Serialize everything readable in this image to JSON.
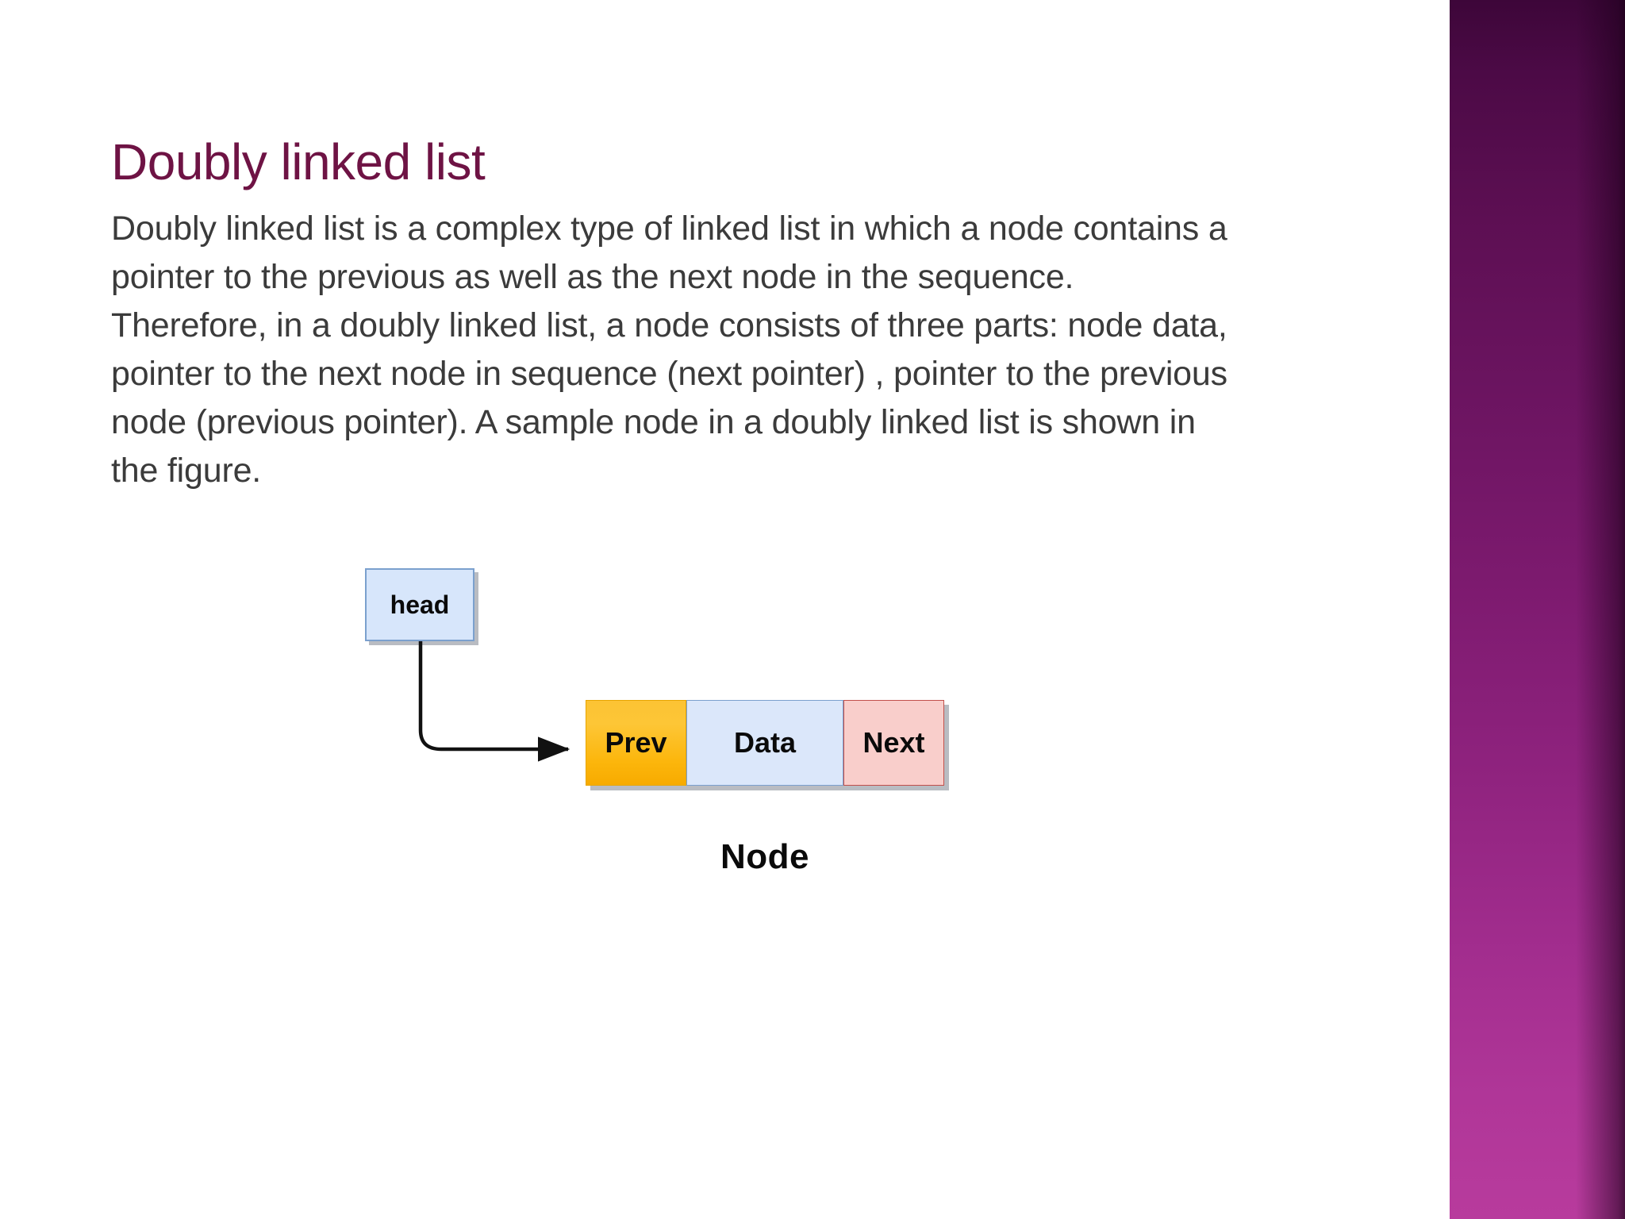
{
  "slide": {
    "title": "Doubly linked list",
    "body_lines": [
      "Doubly linked list is a complex type of linked list in which a node contains a",
      "pointer to the previous as well as the next node in the sequence.",
      "Therefore, in a doubly linked list, a node consists of three parts: node data,",
      "pointer to the next node in sequence (next pointer) , pointer to the previous",
      "node (previous pointer). A sample node in a doubly linked list is shown in",
      "the figure."
    ],
    "title_color": "#6e1344",
    "body_color": "#3b3b3b",
    "background_color": "#ffffff"
  },
  "decoration": {
    "band_name": "purple-gradient-band",
    "band_color_top": "#3d0639",
    "band_color_bottom": "#b83b9d"
  },
  "diagram": {
    "head": {
      "label": "head",
      "fill": "#d7e6fb",
      "border": "#7ba0ce"
    },
    "node": {
      "caption": "Node",
      "cells": [
        {
          "label": "Prev",
          "fill": "#fcc334",
          "border": "#e8a500"
        },
        {
          "label": "Data",
          "fill": "#dbe7fa",
          "border": "#7ba0ce"
        },
        {
          "label": "Next",
          "fill": "#f9cecb",
          "border": "#c2504b"
        }
      ]
    },
    "connector": {
      "name": "head-to-prev-arrow",
      "color": "#111111"
    }
  }
}
